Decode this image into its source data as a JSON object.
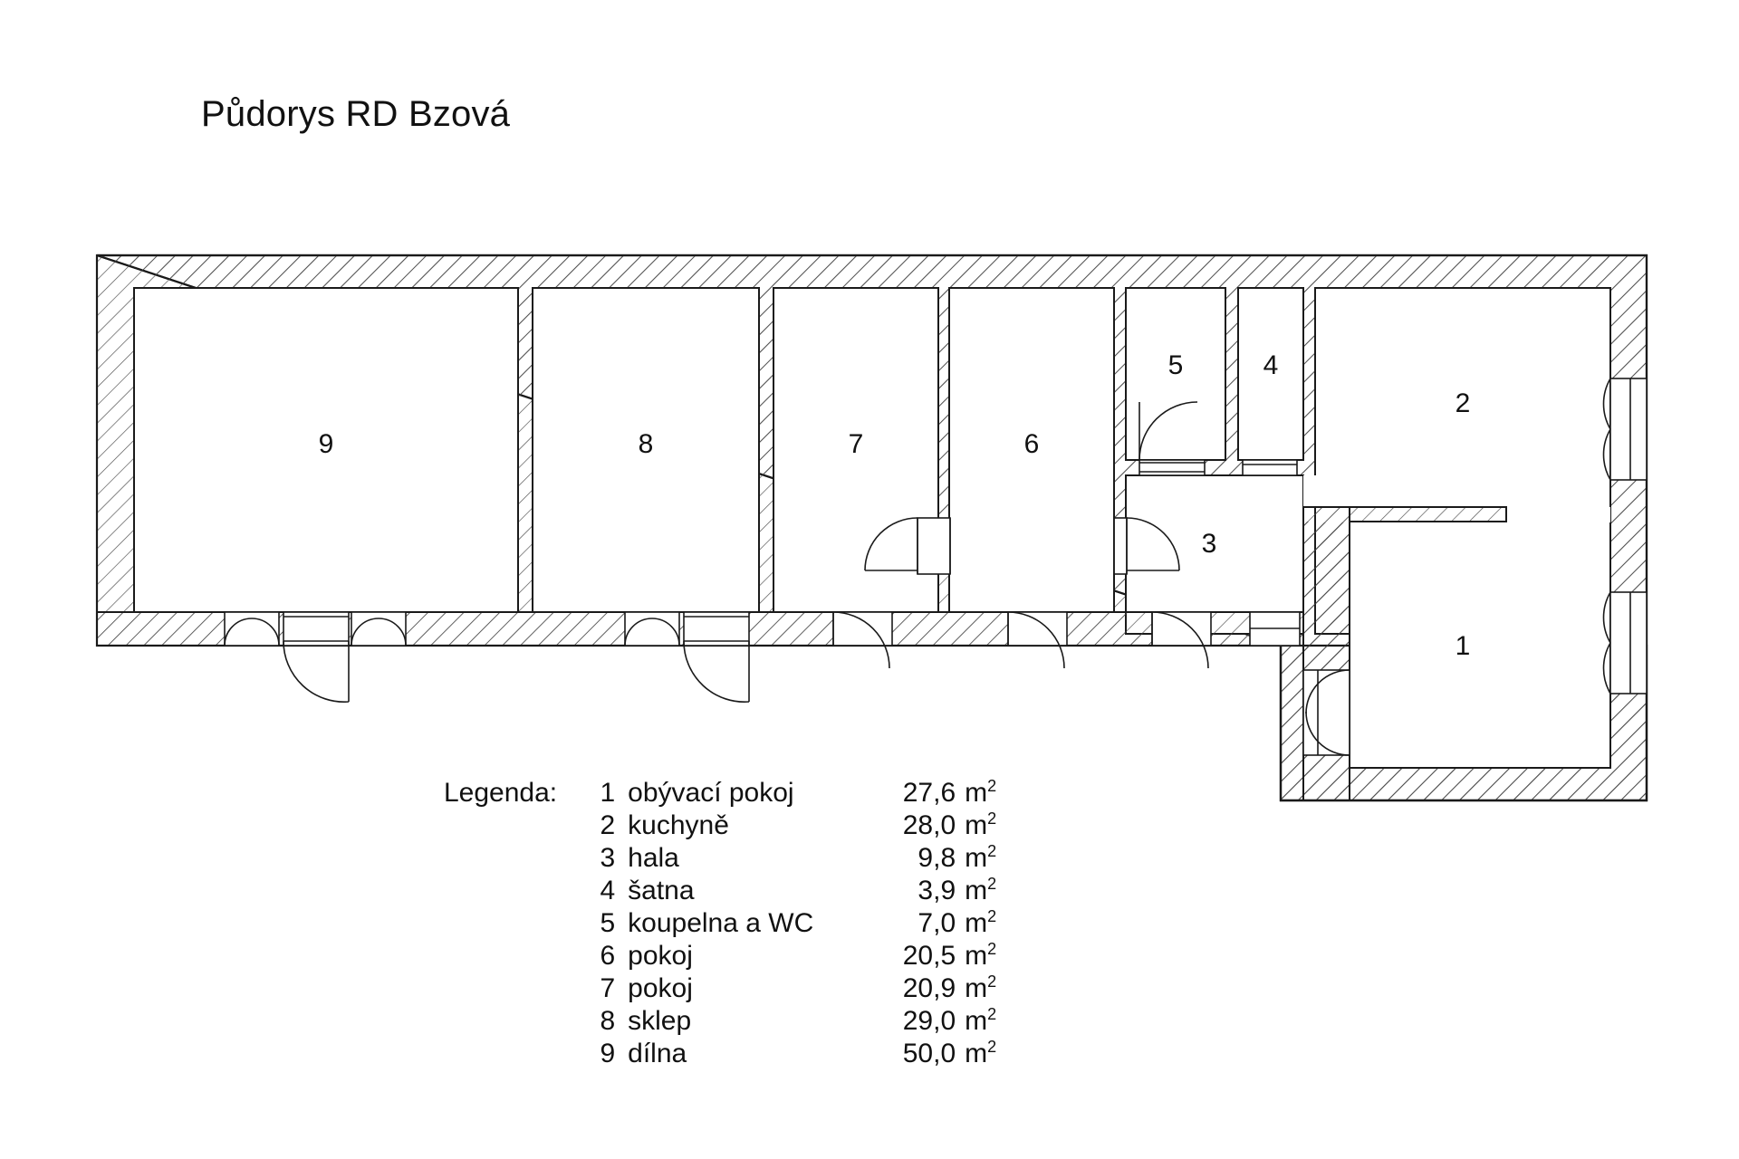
{
  "document": {
    "title": "Půdorys RD Bzová"
  },
  "legend": {
    "heading": "Legenda:",
    "unit": "m",
    "unit_exponent": "2",
    "rows": [
      {
        "num": "1",
        "name": "obývací pokoj",
        "area": "27,6"
      },
      {
        "num": "2",
        "name": "kuchyně",
        "area": "28,0"
      },
      {
        "num": "3",
        "name": "hala",
        "area": "9,8"
      },
      {
        "num": "4",
        "name": "šatna",
        "area": "3,9"
      },
      {
        "num": "5",
        "name": "koupelna a WC",
        "area": "7,0"
      },
      {
        "num": "6",
        "name": "pokoj",
        "area": "20,5"
      },
      {
        "num": "7",
        "name": "pokoj",
        "area": "20,9"
      },
      {
        "num": "8",
        "name": "sklep",
        "area": "29,0"
      },
      {
        "num": "9",
        "name": "dílna",
        "area": "50,0"
      }
    ]
  },
  "plan": {
    "room_numbers": {
      "r1": "1",
      "r2": "2",
      "r3": "3",
      "r4": "4",
      "r5": "5",
      "r6": "6",
      "r7": "7",
      "r8": "8",
      "r9": "9"
    }
  },
  "colors": {
    "ink": "#111111",
    "line": "#1a1a1a",
    "hatch": "#4a4a4a",
    "paper": "#ffffff"
  }
}
